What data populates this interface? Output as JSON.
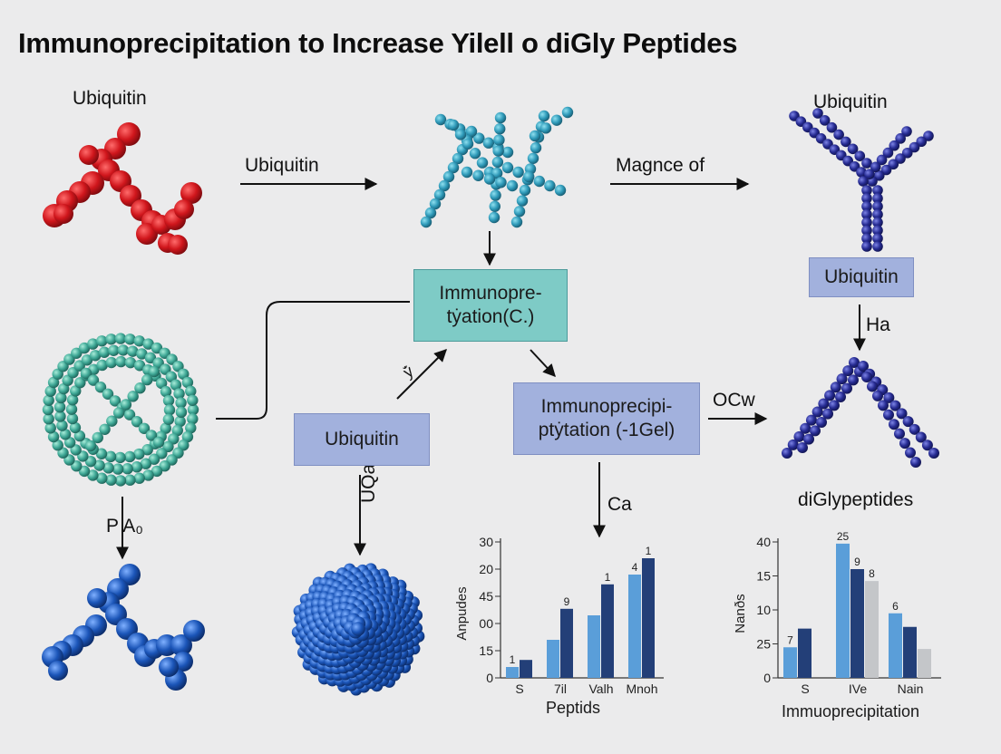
{
  "title": "Immunoprecipitation to Increase Yilell o diGly Peptides",
  "labels": {
    "ubiquitin_top_left": "Ubiquitin",
    "arrow1": "Ubiquitin",
    "arrow2": "Magnce of",
    "ubiquitin_top_right": "Ubiquitin",
    "arrow_ha": "Ha",
    "arrow_ocw": "OCw",
    "arrow_ca": "Ca",
    "arrow_pa": "P A₀",
    "arrow_uoar": "UQar",
    "arrow_small": "ẏ̆",
    "digly_label": "diGlypeptides"
  },
  "boxes": {
    "immuno_teal": "Immunopre-\ntẏation(C.)",
    "ubiquitin_right": "Ubiquitin",
    "ubiquitin_mid": "Ubiquitin",
    "immuno_lav": "Immunoprecipi-\nptẏtation (-1Gel)"
  },
  "chart_data": [
    {
      "type": "bar",
      "title": "",
      "xlabel": "Peptids",
      "ylabel": "Anpudes",
      "y_tick_labels": [
        "0",
        "15",
        "00",
        "45",
        "20",
        "30"
      ],
      "categories": [
        "S",
        "7il",
        "Valh",
        "Mnoh"
      ],
      "series": [
        {
          "name": "",
          "values": [
            0.2,
            0.7,
            1.15,
            1.9
          ]
        },
        {
          "name": "",
          "values": [
            0.33,
            1.27,
            1.72,
            2.2
          ]
        }
      ],
      "ylim": [
        0,
        2.5
      ],
      "data_labels": [
        "1",
        "9",
        "1",
        "4",
        "1"
      ],
      "colors": [
        "#5a9ed9",
        "#233f78"
      ]
    },
    {
      "type": "bar",
      "title": "",
      "xlabel": "Immuoprecipitation",
      "ylabel": "Nanðs",
      "y_tick_labels": [
        "0",
        "25",
        "10",
        "15",
        "40"
      ],
      "categories": [
        "S",
        "IVe",
        "Nain"
      ],
      "series": [
        {
          "name": "",
          "values": [
            0.9,
            3.95,
            1.9
          ]
        },
        {
          "name": "",
          "values": [
            1.45,
            3.2,
            1.5
          ]
        },
        {
          "name": "",
          "values": [
            null,
            2.85,
            0.85
          ]
        }
      ],
      "ylim": [
        0,
        4.0
      ],
      "data_labels": [
        "7",
        "25",
        "9",
        "8",
        "6"
      ],
      "colors": [
        "#5a9ed9",
        "#233f78",
        "#c4c6c9"
      ]
    }
  ],
  "colors": {
    "red_molecule": "#d0161c",
    "teal_molecule": "#2f9ab9",
    "navy_molecule": "#262b92",
    "green_ring": "#3fa896",
    "blue_molecule": "#1b55b8"
  }
}
